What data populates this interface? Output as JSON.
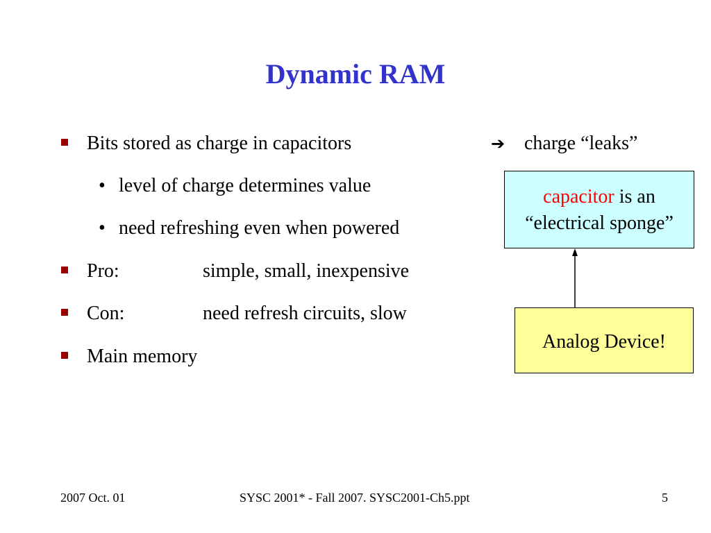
{
  "title": "Dynamic RAM",
  "colors": {
    "title": "#3333cc",
    "bullet_marker": "#990000",
    "highlight": "#ff0000",
    "box_capacitor_bg": "#ccffff",
    "box_analog_bg": "#ffff99"
  },
  "bullets": [
    {
      "text": "Bits stored as charge in capacitors",
      "arrow_icon": "right-arrow-icon",
      "after_arrow": "charge “leaks”",
      "subitems": [
        "level of charge determines value",
        "need refreshing even when powered"
      ]
    },
    {
      "label": "Pro:",
      "value": "simple, small, inexpensive"
    },
    {
      "label": "Con:",
      "value": "need refresh circuits, slow"
    },
    {
      "text": "Main memory"
    }
  ],
  "callouts": {
    "capacitor": {
      "highlight": "capacitor",
      "rest": " is an",
      "line2": "“electrical sponge”"
    },
    "analog": "Analog Device!"
  },
  "footer": {
    "date": "2007 Oct. 01",
    "course": "SYSC 2001* - Fall 2007. SYSC2001-Ch5.ppt",
    "page": "5"
  }
}
